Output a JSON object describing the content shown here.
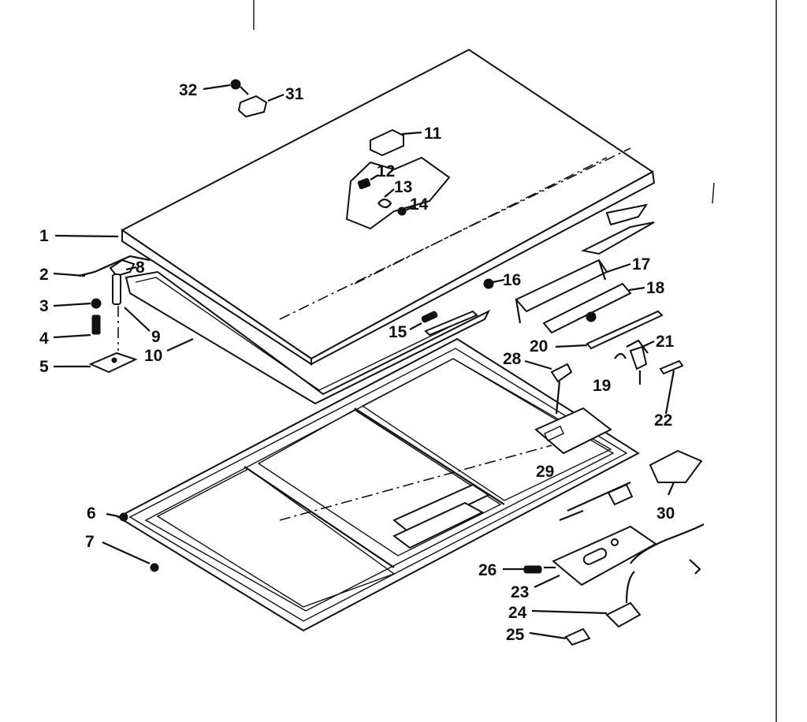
{
  "callouts": {
    "c1": "1",
    "c2": "2",
    "c3": "3",
    "c4": "4",
    "c5": "5",
    "c6": "6",
    "c7": "7",
    "c8": "8",
    "c9": "9",
    "c10": "10",
    "c11": "11",
    "c12": "12",
    "c13": "13",
    "c14": "14",
    "c15": "15",
    "c16": "16",
    "c17": "17",
    "c18": "18",
    "c19": "19",
    "c20": "20",
    "c21": "21",
    "c22": "22",
    "c23": "23",
    "c24": "24",
    "c25": "25",
    "c26": "26",
    "c28": "28",
    "c29": "29",
    "c30": "30",
    "c31": "31",
    "c32": "32"
  }
}
